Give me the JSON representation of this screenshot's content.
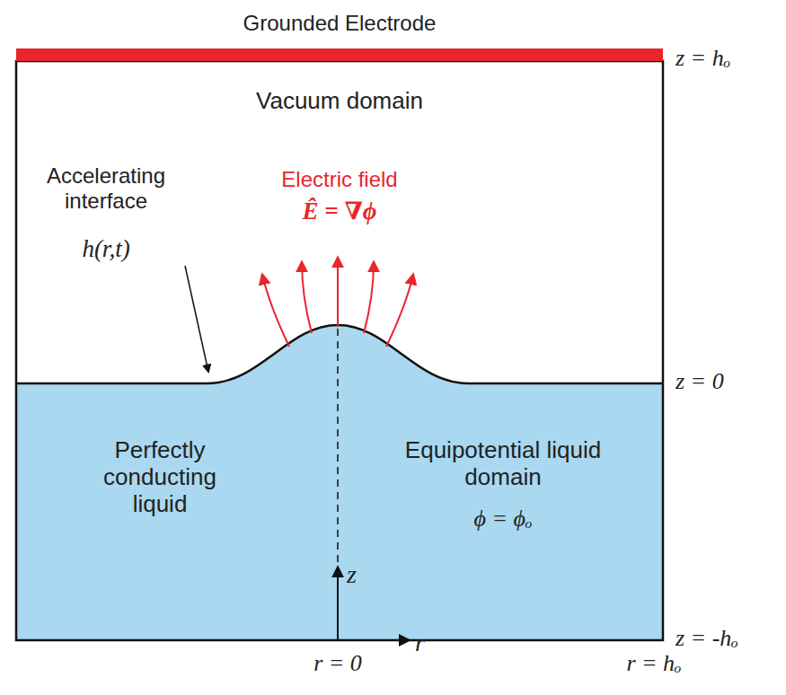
{
  "diagram": {
    "nodes": [
      {
        "text": [
          "Grounded Electrode"
        ]
      },
      {
        "text": [
          "Vacuum domain"
        ]
      },
      {
        "text": [
          "Perfectly conducting liquid",
          "Equipotential liquid domain",
          "ϕ = ϕₒ"
        ]
      }
    ],
    "labels": [
      "Accelerating interface",
      "h(r,t)",
      "Electric field",
      "Ê = ∇ϕ",
      "z",
      "r",
      "r = 0",
      "r = hₒ",
      "z = hₒ",
      "z = 0",
      "z = -hₒ"
    ]
  }
}
